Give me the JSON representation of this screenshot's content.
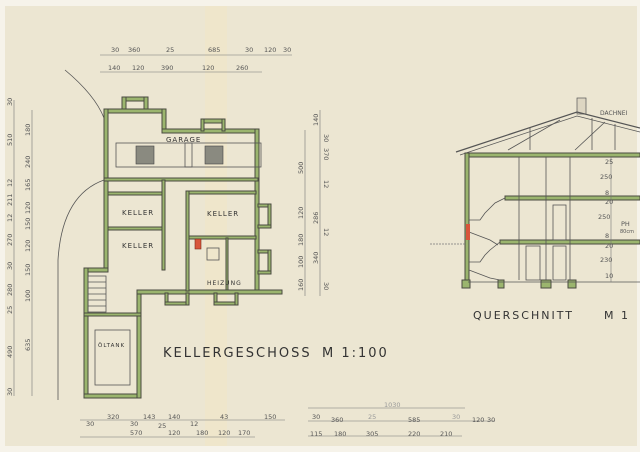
{
  "colors": {
    "paper": "#ece6d2",
    "wall": "#9bb56e",
    "chimney_red": "#d8553a",
    "line": "#555555"
  },
  "plan": {
    "title": "KELLERGESCHOSS",
    "scale": "M 1:100",
    "rooms": {
      "garage": "GARAGE",
      "keller1": "KELLER",
      "keller2": "KELLER",
      "keller3": "KELLER",
      "heizung": "HEIZUNG",
      "oeltank": "ÖLTANK"
    },
    "top_dims_row1": [
      "30",
      "360",
      "25",
      "685",
      "30",
      "120",
      "30"
    ],
    "top_dims_row2": [
      "140",
      "120",
      "390",
      "120",
      "260"
    ],
    "left_outer": [
      "30",
      "510",
      "12",
      "211",
      "12",
      "270",
      "30",
      "280",
      "25",
      "490",
      "30"
    ],
    "left_inner": [
      "180",
      "240",
      "165",
      "120",
      "150",
      "120",
      "150",
      "100",
      "635"
    ],
    "right_inner": [
      "500",
      "120",
      "180",
      "100",
      "160"
    ],
    "right_outer": [
      "140",
      "30",
      "370",
      "12",
      "286",
      "12",
      "340",
      "30"
    ],
    "bottom_left_row1": [
      "30",
      "320",
      "30",
      "143",
      "25",
      "140",
      "12",
      "43",
      "150"
    ],
    "bottom_left_row2": [
      "570",
      "120",
      "180",
      "120",
      "170"
    ],
    "bottom_right_total": "1030",
    "bottom_right_row1": [
      "30",
      "360",
      "25",
      "585",
      "30",
      "120",
      "30"
    ],
    "bottom_right_row2": [
      "115",
      "180",
      "305",
      "220",
      "210"
    ]
  },
  "section": {
    "title": "QUERSCHNITT",
    "scale": "M 1",
    "roof_label": "DACHNEI",
    "ph_label": "PH",
    "ph_sub": "80cm",
    "dims": [
      "25",
      "250",
      "8",
      "20",
      "250",
      "8",
      "20",
      "230",
      "10"
    ]
  }
}
